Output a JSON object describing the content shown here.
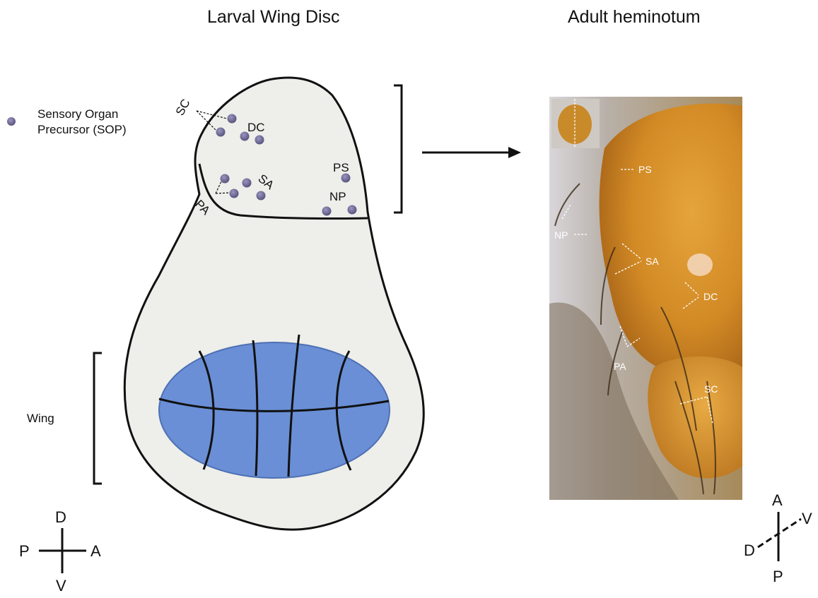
{
  "titles": {
    "left": "Larval Wing Disc",
    "right": "Adult heminotum"
  },
  "legend": {
    "line1": "Sensory Organ",
    "line2": "Precursor (SOP)"
  },
  "disc_labels": {
    "sc": "SC",
    "dc": "DC",
    "sa": "SA",
    "pa": "PA",
    "ps": "PS",
    "np": "NP"
  },
  "photo_labels": {
    "ps": "PS",
    "np": "NP",
    "sa": "SA",
    "dc": "DC",
    "pa": "PA",
    "sc": "SC"
  },
  "wing_label": "Wing",
  "axes_left": {
    "d": "D",
    "p": "P",
    "a": "A",
    "v": "V"
  },
  "axes_right": {
    "a": "A",
    "v": "V",
    "d": "D",
    "p": "P"
  },
  "colors": {
    "disc_fill": "#eeeeea",
    "wing_pouch": "#6a8fd6",
    "sop_dot": "#6e6a95",
    "photo_orange": "#d9962e",
    "photo_bg": "#c9c7cc"
  }
}
